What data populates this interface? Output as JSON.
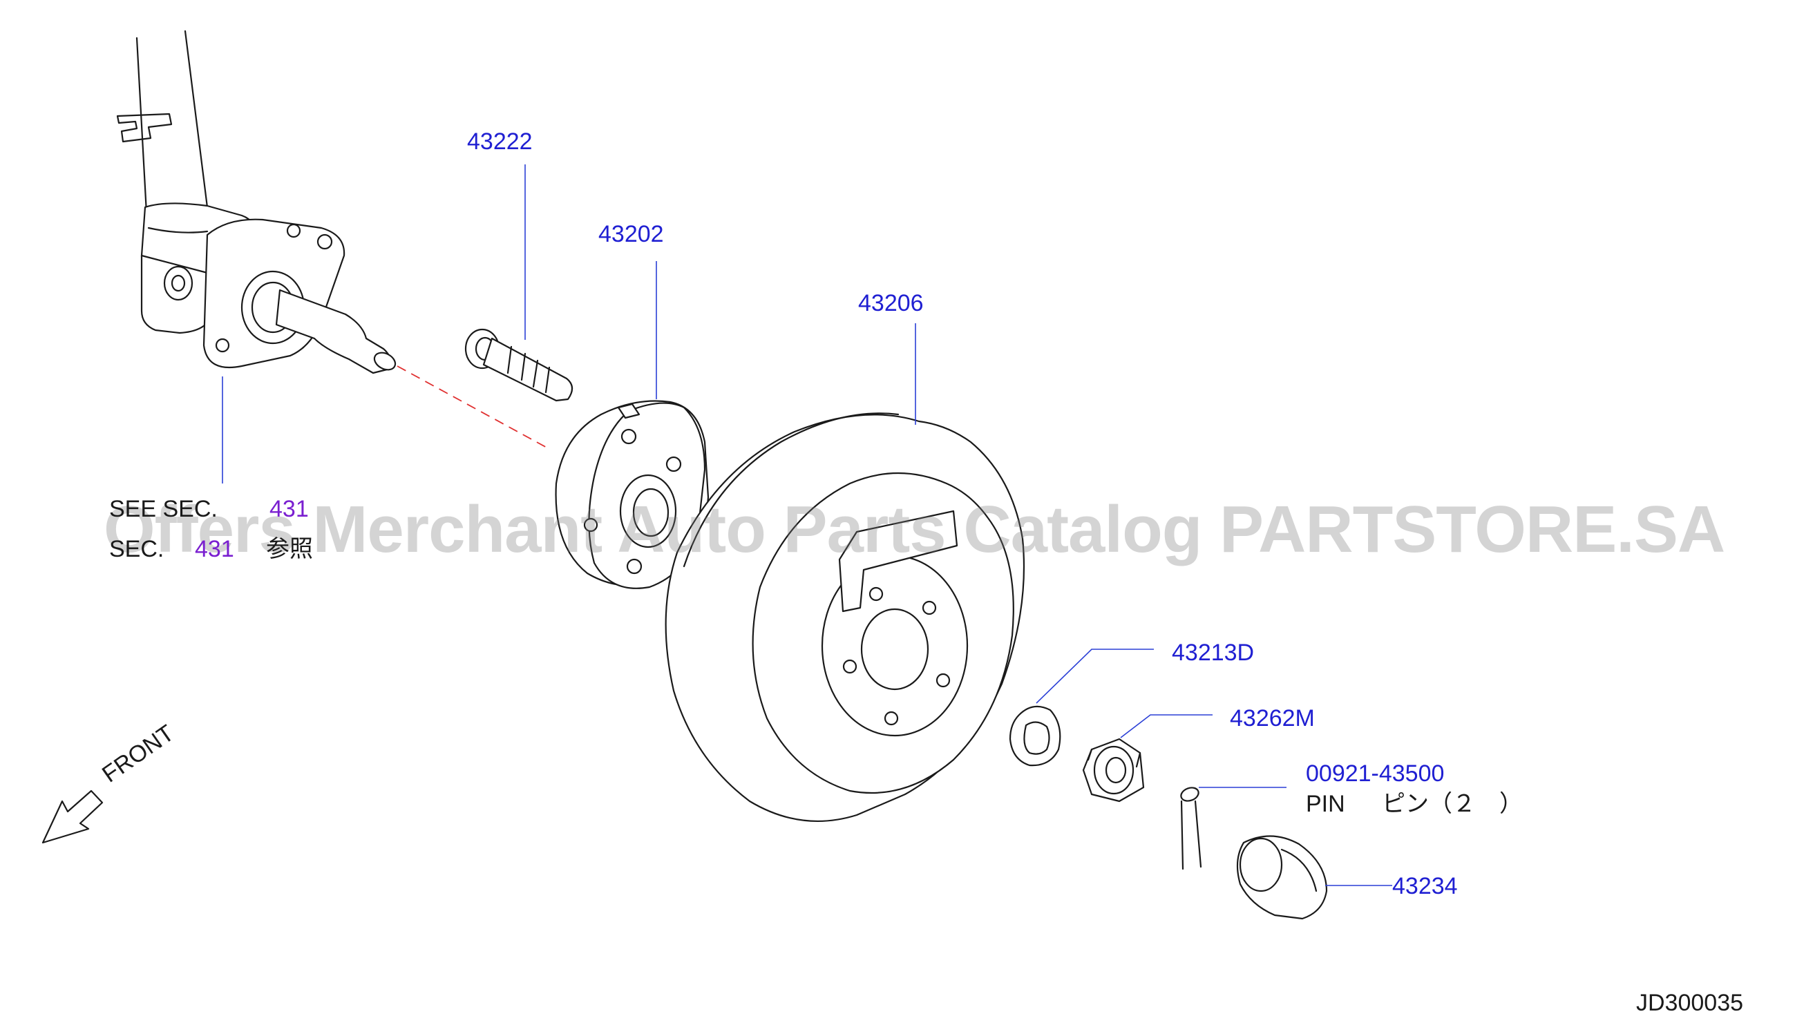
{
  "watermark": "Offers Merchant Auto Parts Catalog PARTSTORE.SA",
  "diagram_code": "JD300035",
  "front_label": "FRONT",
  "see_section": {
    "line1_prefix": "SEE SEC.",
    "line1_number": "431",
    "line2_prefix": "SEC.",
    "line2_number": "431",
    "line2_suffix": "参照"
  },
  "callouts": [
    {
      "id": "43222"
    },
    {
      "id": "43202"
    },
    {
      "id": "43206"
    },
    {
      "id": "43213D"
    },
    {
      "id": "43262M"
    },
    {
      "id": "00921-43500",
      "line2_en": "PIN",
      "line2_jp": "ピン（２　）"
    },
    {
      "id": "43234"
    }
  ],
  "colors": {
    "part_number": "#1f1fd2",
    "section_number": "#7a1fd0",
    "leader_line": "#2a3fd6",
    "centerline_dash": "#e03030",
    "linework": "#1a1a1a"
  }
}
